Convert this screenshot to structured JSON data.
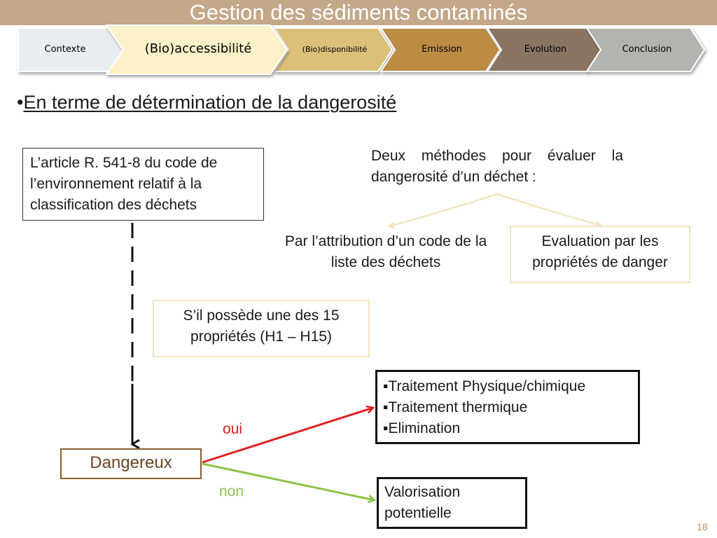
{
  "slide": {
    "title": "Gestion des sédiments contaminés",
    "page_number": "18"
  },
  "nav": {
    "tabs": [
      {
        "label": "Contexte",
        "fill": "#e8eef0",
        "active": false
      },
      {
        "label": "(Bio)accessibilité",
        "fill": "#fbf1c9",
        "active": true
      },
      {
        "label": "(Bio)disponibilité",
        "fill": "#dcc07a",
        "active": false
      },
      {
        "label": "Emission",
        "fill": "#bc8c45",
        "active": false
      },
      {
        "label": "Evolution",
        "fill": "#8a7563",
        "active": false
      },
      {
        "label": "Conclusion",
        "fill": "#b5b3ad",
        "active": false
      }
    ]
  },
  "heading": {
    "bullet": "•",
    "text": "En terme de détermination de la dangerosité"
  },
  "article_box": {
    "text": "L’article R. 541-8 du code de l’environnement relatif à la classification des déchets"
  },
  "methods": {
    "intro": "Deux méthodes pour évaluer la dangerosité d’un déchet :",
    "method_1": "Par l’attribution d’un code de la liste des déchets",
    "method_2": "Evaluation par les propriétés de danger"
  },
  "properties_box": {
    "text": "S’il possède une des 15 propriétés (H1 – H15)"
  },
  "hazard_node": {
    "label": "Dangereux"
  },
  "branches": {
    "yes_label": "oui",
    "no_label": "non",
    "yes_color": "#e02020",
    "no_color": "#8bc34a"
  },
  "treatments": {
    "items": [
      "▪Traitement Physique/chimique",
      "▪Traitement thermique",
      "▪Elimination"
    ]
  },
  "recovery_box": {
    "text": "Valorisation potentielle"
  },
  "colors": {
    "title_band": "#c4a88a",
    "box_beige_border": "#f2e4bc",
    "hazard_border": "#8b5e2e"
  }
}
